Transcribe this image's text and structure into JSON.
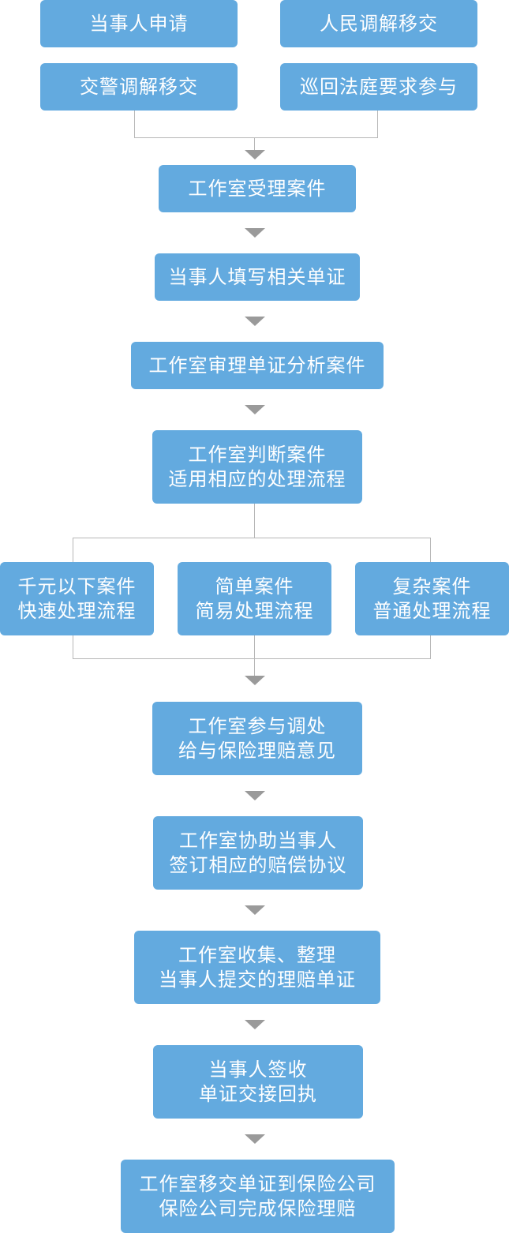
{
  "sources": [
    {
      "label": "当事人申请"
    },
    {
      "label": "人民调解移交"
    },
    {
      "label": "交警调解移交"
    },
    {
      "label": "巡回法庭要求参与"
    }
  ],
  "steps": [
    {
      "lines": [
        "工作室受理案件"
      ]
    },
    {
      "lines": [
        "当事人填写相关单证"
      ]
    },
    {
      "lines": [
        "工作室审理单证分析案件"
      ]
    },
    {
      "lines": [
        "工作室判断案件",
        "适用相应的处理流程"
      ]
    }
  ],
  "branches": [
    {
      "lines": [
        "千元以下案件",
        "快速处理流程"
      ]
    },
    {
      "lines": [
        "简单案件",
        "简易处理流程"
      ]
    },
    {
      "lines": [
        "复杂案件",
        "普通处理流程"
      ]
    }
  ],
  "final_steps": [
    {
      "lines": [
        "工作室参与调处",
        "给与保险理赔意见"
      ]
    },
    {
      "lines": [
        "工作室协助当事人",
        "签订相应的赔偿协议"
      ]
    },
    {
      "lines": [
        "工作室收集、整理",
        "当事人提交的理赔单证"
      ]
    },
    {
      "lines": [
        "当事人签收",
        "单证交接回执"
      ]
    },
    {
      "lines": [
        "工作室移交单证到保险公司",
        "保险公司完成保险理赔"
      ]
    }
  ],
  "colors": {
    "box": "#63aadf",
    "text": "#ffffff",
    "connector": "#b7b7b7",
    "arrow": "#9a9a9a"
  }
}
